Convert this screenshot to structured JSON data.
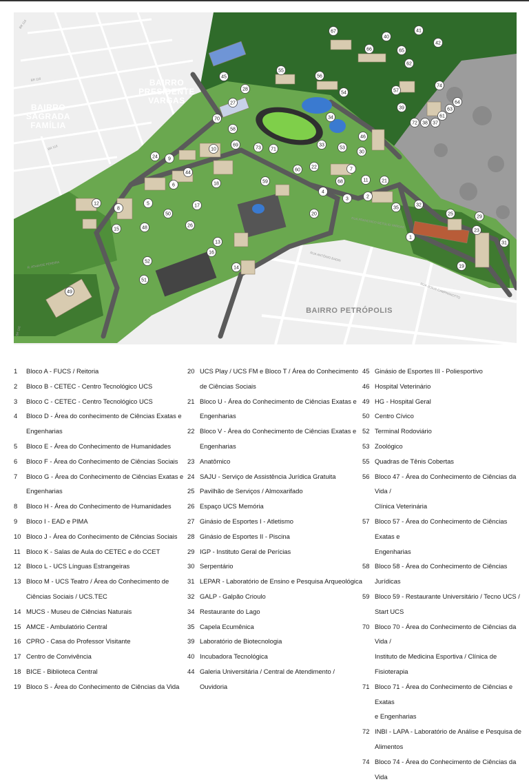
{
  "map": {
    "districts": [
      {
        "id": "sagrada",
        "lines": [
          "BAIRRO",
          "SAGRADA",
          "FAMÍLIA"
        ]
      },
      {
        "id": "presidente",
        "lines": [
          "BAIRRO",
          "PRESIDENTE",
          "VARGAS"
        ]
      },
      {
        "id": "petropolis",
        "lines": [
          "BAIRRO PETRÓPOLIS"
        ]
      }
    ],
    "road_labels": [
      "BR 116",
      "BR 116",
      "BR 116",
      "BR 116",
      "R. ATHAYDE PEREIRA",
      "RUA ANTÔNIO BADIN",
      "RUA JESUS CAMPAGNOTTO",
      "RUA FRANCISCO GETÚLIO VARGAS"
    ],
    "markers": [
      "1",
      "2",
      "3",
      "4",
      "5",
      "6",
      "7",
      "8",
      "9",
      "10",
      "11",
      "12",
      "13",
      "14",
      "15",
      "16",
      "17",
      "18",
      "19",
      "20",
      "21",
      "22",
      "23",
      "24",
      "25",
      "26",
      "27",
      "28",
      "29",
      "30",
      "31",
      "32",
      "33",
      "34",
      "35",
      "37",
      "38",
      "39",
      "40",
      "41",
      "42",
      "44",
      "45",
      "46",
      "48",
      "49",
      "50",
      "51",
      "52",
      "53",
      "54",
      "55",
      "56",
      "57",
      "58",
      "59",
      "60",
      "61",
      "62",
      "63",
      "64",
      "65",
      "66",
      "67",
      "68",
      "69",
      "70",
      "71",
      "72",
      "73",
      "74"
    ]
  },
  "legend": {
    "columns": [
      [
        {
          "num": "1",
          "lines": [
            "Bloco A - FUCS / Reitoria"
          ]
        },
        {
          "num": "2",
          "lines": [
            "Bloco B - CETEC - Centro Tecnológico UCS"
          ]
        },
        {
          "num": "3",
          "lines": [
            "Bloco C - CETEC - Centro Tecnológico UCS"
          ]
        },
        {
          "num": "4",
          "lines": [
            "Bloco D - Área do conhecimento de Ciências Exatas e",
            "Engenharias"
          ]
        },
        {
          "num": "5",
          "lines": [
            "Bloco E - Área do Conhecimento de Humanidades"
          ]
        },
        {
          "num": "6",
          "lines": [
            "Bloco F - Área do Conhecimento de Ciências Sociais"
          ]
        },
        {
          "num": "7",
          "lines": [
            "Bloco G - Área do Conhecimento de Ciências Exatas e",
            "Engenharias"
          ]
        },
        {
          "num": "8",
          "lines": [
            "Bloco H - Área do Conhecimento de Humanidades"
          ]
        },
        {
          "num": "9",
          "lines": [
            "Bloco I - EAD e PIMA"
          ]
        },
        {
          "num": "10",
          "lines": [
            "Bloco J - Área do Conhecimento de Ciências Sociais"
          ]
        },
        {
          "num": "11",
          "lines": [
            "Bloco K - Salas de Aula do CETEC e do CCET"
          ]
        },
        {
          "num": "12",
          "lines": [
            "Bloco L - UCS Línguas Estrangeiras"
          ]
        },
        {
          "num": "13",
          "lines": [
            "Bloco M - UCS Teatro / Área do Conhecimento de",
            "Ciências Sociais / UCS.TEC"
          ]
        },
        {
          "num": "14",
          "lines": [
            "MUCS - Museu de Ciências Naturais"
          ]
        },
        {
          "num": "15",
          "lines": [
            "AMCE - Ambulatório Central"
          ]
        },
        {
          "num": "16",
          "lines": [
            "CPRO - Casa do Professor Visitante"
          ]
        },
        {
          "num": "17",
          "lines": [
            "Centro de Convivência"
          ]
        },
        {
          "num": "18",
          "lines": [
            "BICE - Biblioteca Central"
          ]
        },
        {
          "num": "19",
          "lines": [
            "Bloco S - Área do Conhecimento de Ciências da Vida"
          ]
        }
      ],
      [
        {
          "num": "20",
          "lines": [
            "UCS Play / UCS FM e Bloco T / Área do Conhecimento",
            "de Ciências Sociais"
          ]
        },
        {
          "num": "21",
          "lines": [
            "Bloco U - Área do Conhecimento de Ciências Exatas e",
            "Engenharias"
          ]
        },
        {
          "num": "22",
          "lines": [
            "Bloco V - Área do Conhecimento de Ciências Exatas e",
            "Engenharias"
          ]
        },
        {
          "num": "23",
          "lines": [
            "Anatômico"
          ]
        },
        {
          "num": "24",
          "lines": [
            "SAJU - Serviço de Assistência Jurídica Gratuita"
          ]
        },
        {
          "num": "25",
          "lines": [
            "Pavilhão de Serviços / Almoxarifado"
          ]
        },
        {
          "num": "26",
          "lines": [
            "Espaço UCS Memória"
          ]
        },
        {
          "num": "27",
          "lines": [
            "Ginásio de Esportes I - Atletismo"
          ]
        },
        {
          "num": "28",
          "lines": [
            "Ginásio de Esportes II - Piscina"
          ]
        },
        {
          "num": "29",
          "lines": [
            "IGP - Instituto Geral de Perícias"
          ]
        },
        {
          "num": "30",
          "lines": [
            "Serpentário"
          ]
        },
        {
          "num": "31",
          "lines": [
            "LEPAR - Laboratório de Ensino e Pesquisa Arqueológica"
          ]
        },
        {
          "num": "32",
          "lines": [
            "GALP - Galpão Crioulo"
          ]
        },
        {
          "num": "34",
          "lines": [
            "Restaurante do Lago"
          ]
        },
        {
          "num": "35",
          "lines": [
            "Capela Ecumênica"
          ]
        },
        {
          "num": "39",
          "lines": [
            "Laboratório de Biotecnologia"
          ]
        },
        {
          "num": "40",
          "lines": [
            "Incubadora Tecnológica"
          ]
        },
        {
          "num": "44",
          "lines": [
            "Galeria Universitária / Central de Atendimento /",
            "Ouvidoria"
          ]
        }
      ],
      [
        {
          "num": "45",
          "lines": [
            "Ginásio de Esportes III - Poliesportivo"
          ]
        },
        {
          "num": "46",
          "lines": [
            "Hospital Veterinário"
          ]
        },
        {
          "num": "49",
          "lines": [
            "HG - Hospital Geral"
          ]
        },
        {
          "num": "50",
          "lines": [
            "Centro Cívico"
          ]
        },
        {
          "num": "52",
          "lines": [
            "Terminal Rodoviário"
          ]
        },
        {
          "num": "53",
          "lines": [
            "Zoológico"
          ]
        },
        {
          "num": "55",
          "lines": [
            "Quadras de Tênis Cobertas"
          ]
        },
        {
          "num": "56",
          "lines": [
            "Bloco 47 - Área do Conhecimento de Ciências da Vida /",
            "Clínica Veterinária"
          ]
        },
        {
          "num": "57",
          "lines": [
            "Bloco 57 - Área do Conhecimento de Ciências Exatas e",
            "Engenharias"
          ]
        },
        {
          "num": "58",
          "lines": [
            "Bloco 58 - Área do Conhecimento de Ciências Jurídicas"
          ]
        },
        {
          "num": "59",
          "lines": [
            "Bloco 59 - Restaurante Universitário / Tecno UCS /",
            "Start UCS"
          ]
        },
        {
          "num": "70",
          "lines": [
            "Bloco 70 - Área do Conhecimento de Ciências da Vida /",
            "Instituto de Medicina Esportiva / Clínica de",
            "Fisioterapia"
          ]
        },
        {
          "num": "71",
          "lines": [
            "Bloco 71 - Área do Conhecimento de Ciências e Exatas",
            "e Engenharias"
          ]
        },
        {
          "num": "72",
          "lines": [
            "INBI - LAPA - Laboratório de Análise e Pesquisa de",
            "Alimentos"
          ]
        },
        {
          "num": "74",
          "lines": [
            "Bloco 74 - Área do Conhecimento de Ciências da Vida"
          ]
        }
      ]
    ]
  }
}
